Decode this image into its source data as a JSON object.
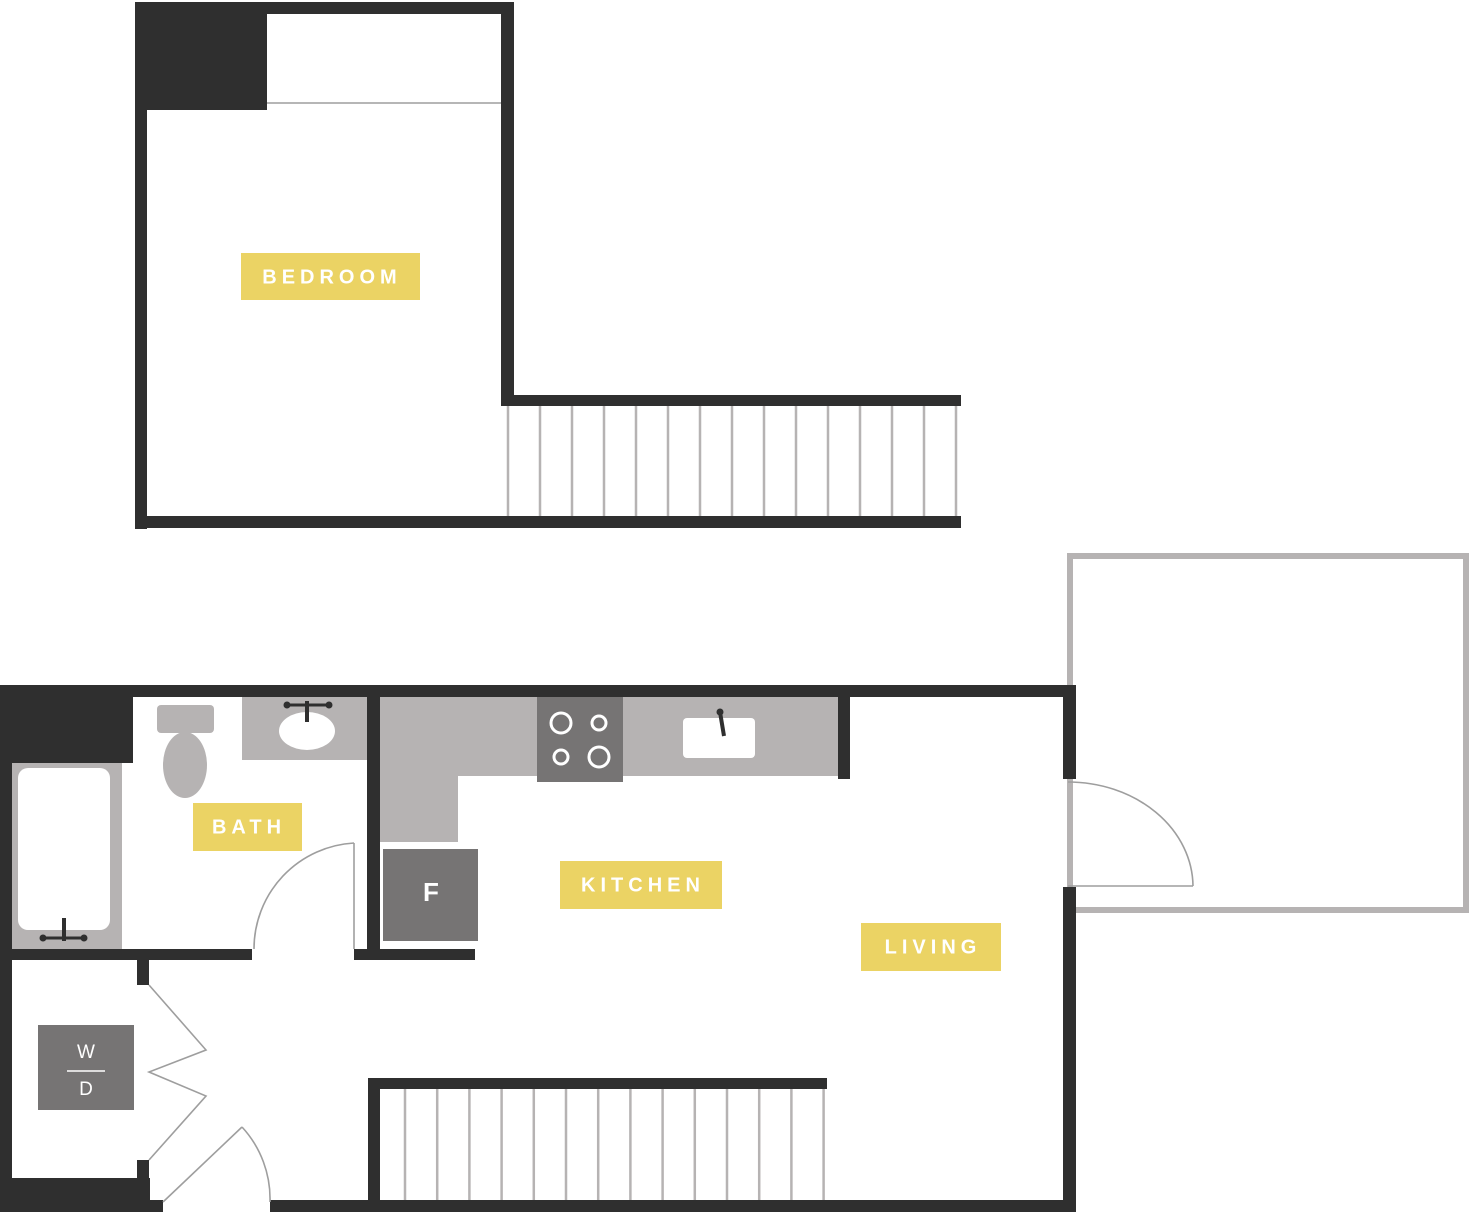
{
  "rooms": {
    "bedroom": "BEDROOM",
    "bath": "BATH",
    "kitchen": "KITCHEN",
    "living": "LIVING"
  },
  "appliances": {
    "fridge": "F",
    "washer": "W",
    "dryer": "D"
  },
  "colors": {
    "wall": "#2f2f2f",
    "label": "#ebd364",
    "fixture": "#b6b3b3",
    "appliance": "#767474"
  }
}
